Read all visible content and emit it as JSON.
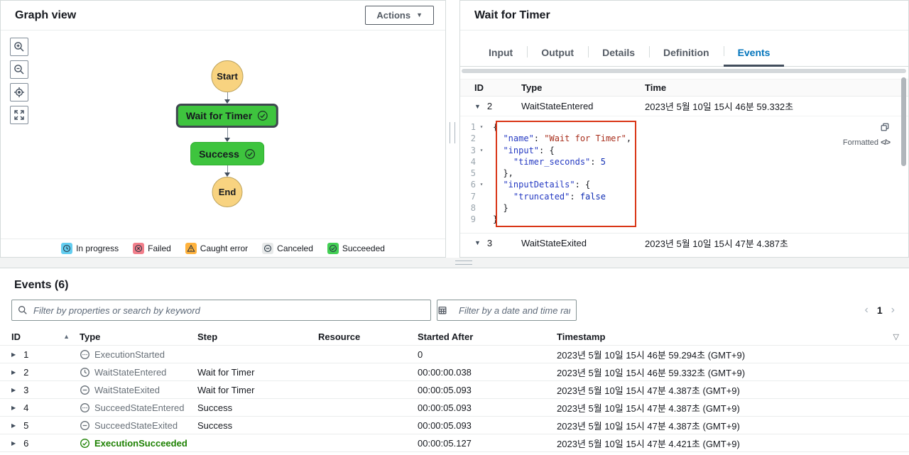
{
  "icons": {
    "caret_right": "▶",
    "caret_down": "▼",
    "caret_down_small": "▾",
    "sort_ascending": "▲",
    "dropdown_arrow": "▼",
    "filter_funnel": "▽",
    "page_prev": "‹",
    "page_next": "›",
    "code_glyph": "</>"
  },
  "graph_panel": {
    "title": "Graph view",
    "actions_label": "Actions",
    "nodes": {
      "start": "Start",
      "wait": "Wait for Timer",
      "success": "Success",
      "end": "End"
    },
    "legend": [
      {
        "icon": "clock-icon",
        "color": "#63cdf0",
        "label": "In progress"
      },
      {
        "icon": "x-circle-icon",
        "color": "#f27f8b",
        "label": "Failed"
      },
      {
        "icon": "warning-triangle-icon",
        "color": "#ffb23d",
        "label": "Caught error"
      },
      {
        "icon": "minus-circle-icon",
        "color": "#e7e9e9",
        "label": "Canceled"
      },
      {
        "icon": "check-circle-icon",
        "color": "#43cf54",
        "label": "Succeeded"
      }
    ]
  },
  "detail_panel": {
    "title": "Wait for Timer",
    "tabs": [
      {
        "label": "Input"
      },
      {
        "label": "Output"
      },
      {
        "label": "Details"
      },
      {
        "label": "Definition"
      },
      {
        "label": "Events"
      }
    ],
    "headers": {
      "id": "ID",
      "type": "Type",
      "time": "Time"
    },
    "rows": [
      {
        "id": "2",
        "type": "WaitStateEntered",
        "time": "2023년 5월 10일 15시 46분 59.332초"
      },
      {
        "id": "3",
        "type": "WaitStateExited",
        "time": "2023년 5월 10일 15시 47분 4.387초"
      }
    ],
    "json_viewer": {
      "formatted_label": "Formatted",
      "lines": [
        {
          "num": "1",
          "caret": "▾",
          "plain": "{"
        },
        {
          "num": "2",
          "key": "  \"name\"",
          "punct": ": ",
          "str": "\"Wait for Timer\"",
          "comma": ","
        },
        {
          "num": "3",
          "caret": "▾",
          "key": "  \"input\"",
          "punct": ": {"
        },
        {
          "num": "4",
          "key": "    \"timer_seconds\"",
          "punct": ": ",
          "lit": "5"
        },
        {
          "num": "5",
          "plain": "  },"
        },
        {
          "num": "6",
          "caret": "▾",
          "key": "  \"inputDetails\"",
          "punct": ": {"
        },
        {
          "num": "7",
          "key": "    \"truncated\"",
          "punct": ": ",
          "lit": "false"
        },
        {
          "num": "8",
          "plain": "  }"
        },
        {
          "num": "9",
          "plain": "}"
        }
      ]
    }
  },
  "events_panel": {
    "title": "Events (6)",
    "search_placeholder": "Filter by properties or search by keyword",
    "date_placeholder": "Filter by a date and time range",
    "page": "1",
    "headers": {
      "id": "ID",
      "type": "Type",
      "step": "Step",
      "resource": "Resource",
      "started": "Started After",
      "timestamp": "Timestamp"
    },
    "rows": [
      {
        "id": "1",
        "type": "ExecutionStarted",
        "step": "",
        "resource": "",
        "started": "0",
        "timestamp": "2023년 5월 10일 15시 46분 59.294초 (GMT+9)"
      },
      {
        "id": "2",
        "type": "WaitStateEntered",
        "step": "Wait for Timer",
        "resource": "",
        "started": "00:00:00.038",
        "timestamp": "2023년 5월 10일 15시 46분 59.332초 (GMT+9)"
      },
      {
        "id": "3",
        "type": "WaitStateExited",
        "step": "Wait for Timer",
        "resource": "",
        "started": "00:00:05.093",
        "timestamp": "2023년 5월 10일 15시 47분 4.387초 (GMT+9)"
      },
      {
        "id": "4",
        "type": "SucceedStateEntered",
        "step": "Success",
        "resource": "",
        "started": "00:00:05.093",
        "timestamp": "2023년 5월 10일 15시 47분 4.387초 (GMT+9)"
      },
      {
        "id": "5",
        "type": "SucceedStateExited",
        "step": "Success",
        "resource": "",
        "started": "00:00:05.093",
        "timestamp": "2023년 5월 10일 15시 47분 4.387초 (GMT+9)"
      },
      {
        "id": "6",
        "type": "ExecutionSucceeded",
        "step": "",
        "resource": "",
        "started": "00:00:05.127",
        "timestamp": "2023년 5월 10일 15시 47분 4.421초 (GMT+9)"
      }
    ]
  }
}
